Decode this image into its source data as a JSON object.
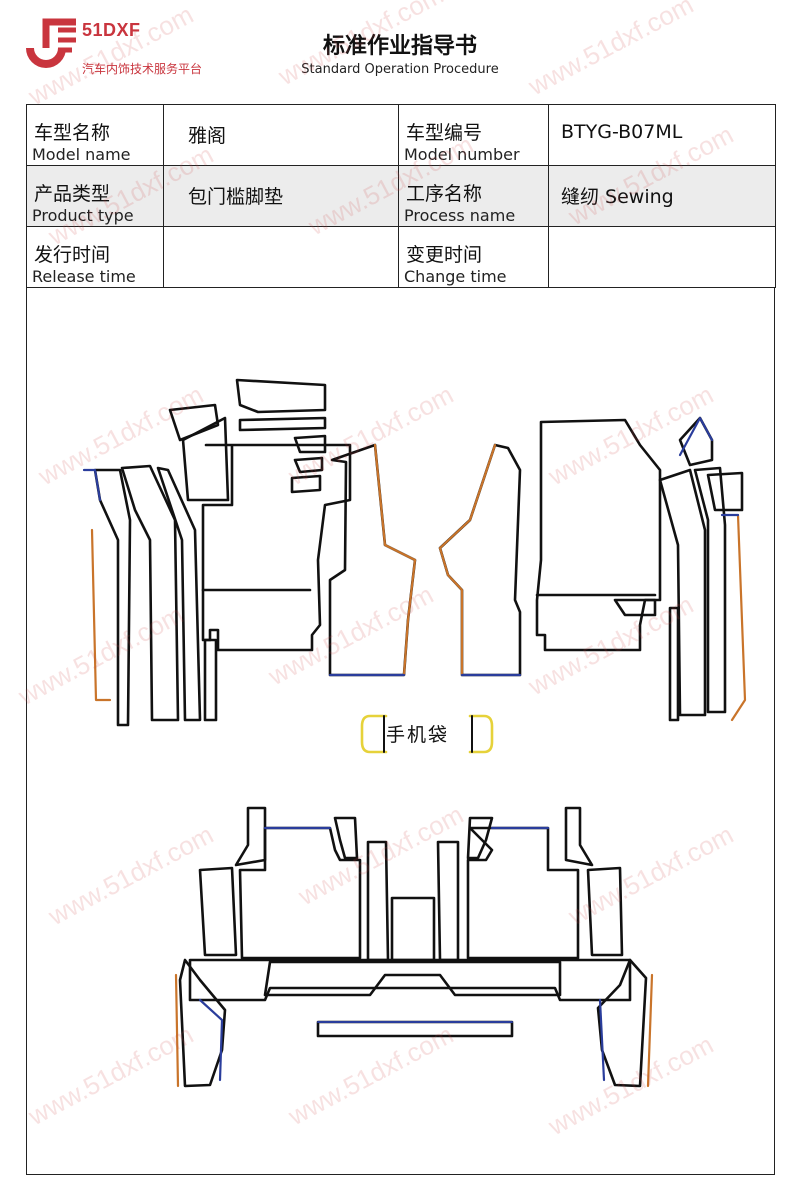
{
  "header": {
    "logo_name": "51DXF",
    "logo_subtitle": "汽车内饰技术服务平台",
    "title": "标准作业指导书",
    "subtitle": "Standard Operation Procedure"
  },
  "info": {
    "model_name": {
      "label_zh": "车型名称",
      "label_en": "Model name",
      "value": "雅阁"
    },
    "model_number": {
      "label_zh": "车型编号",
      "label_en": "Model number",
      "value": "BTYG-B07ML"
    },
    "product_type": {
      "label_zh": "产品类型",
      "label_en": "Product type",
      "value": "包门槛脚垫"
    },
    "process_name": {
      "label_zh": "工序名称",
      "label_en": "Process name",
      "value": "缝纫 Sewing"
    },
    "release_time": {
      "label_zh": "发行时间",
      "label_en": "Release time",
      "value": ""
    },
    "change_time": {
      "label_zh": "变更时间",
      "label_en": "Change time",
      "value": ""
    }
  },
  "drawing": {
    "pocket_label": "手机袋",
    "colors": {
      "outline": "#111111",
      "edge_blue": "#2a3d9c",
      "edge_orange": "#c9742a",
      "edge_yellow": "#e6d23a",
      "brand_red": "#c9353e"
    }
  },
  "watermark": {
    "text": "www.51dxf.com"
  }
}
